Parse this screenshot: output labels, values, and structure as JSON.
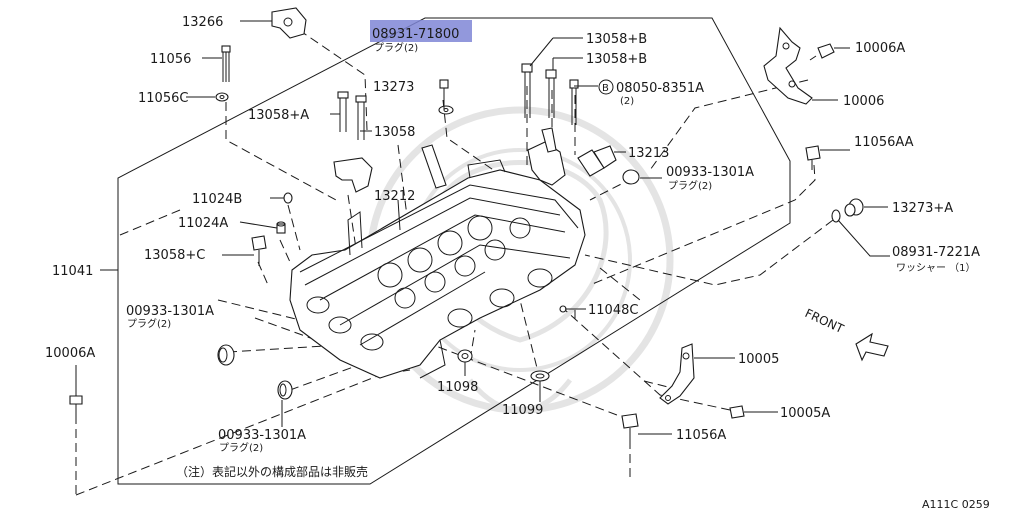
{
  "callouts": {
    "c13266": "13266",
    "c08931_71800": "08931-71800",
    "c08931_71800_sub": "プラグ(2)",
    "c13058b_1": "13058+B",
    "c13058b_2": "13058+B",
    "c08050": "08050-8351A",
    "c08050_circle": "B",
    "c08050_sub": "(2)",
    "c10006a_top": "10006A",
    "c10006": "10006",
    "c11056": "11056",
    "c11056c": "11056C",
    "c13273": "13273",
    "c13058a": "13058+A",
    "c13058": "13058",
    "c13213": "13213",
    "c00933_right": "00933-1301A",
    "c00933_right_sub": "プラグ(2)",
    "c11056aa": "11056AA",
    "c13212": "13212",
    "c11024b": "11024B",
    "c11024a": "11024A",
    "c13273a": "13273+A",
    "c13058c": "13058+C",
    "c08931_7221a": "08931-7221A",
    "c08931_7221a_sub": "ワッシャー （1）",
    "c11041": "11041",
    "c00933_left": "00933-1301A",
    "c00933_left_sub": "プラグ(2)",
    "c11048c": "11048C",
    "c10006a_left": "10006A",
    "c10005": "10005",
    "c11098": "11098",
    "c11099": "11099",
    "c10005a": "10005A",
    "c00933_bottom": "00933-1301A",
    "c00933_bottom_sub": "プラグ(2)",
    "c11056a": "11056A"
  },
  "front_label": "FRONT",
  "note": "（注）表記以外の構成部品は非販売",
  "diagram_code": "A111C 0259",
  "highlight_color": "#7f86d6",
  "line_color": "#1a1a1a"
}
